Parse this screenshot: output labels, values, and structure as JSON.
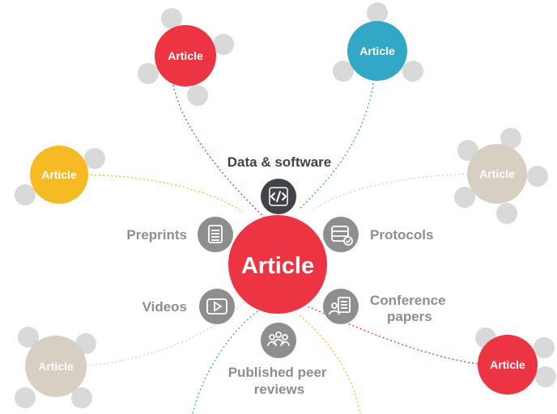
{
  "center": {
    "label": "Article",
    "color": "#ec3443"
  },
  "outputs": [
    {
      "key": "data",
      "label": "Data & software",
      "icon": "code-icon",
      "color": "#404348",
      "label_color": "#404348"
    },
    {
      "key": "preprints",
      "label": "Preprints",
      "icon": "document-icon",
      "color": "#8e8e8e",
      "label_color": "#8e8e8e"
    },
    {
      "key": "protocols",
      "label": "Protocols",
      "icon": "server-check-icon",
      "color": "#8e8e8e",
      "label_color": "#8e8e8e"
    },
    {
      "key": "videos",
      "label": "Videos",
      "icon": "play-icon",
      "color": "#8e8e8e",
      "label_color": "#8e8e8e"
    },
    {
      "key": "conference",
      "label_lines": [
        "Conference",
        "papers"
      ],
      "icon": "presenter-icon",
      "color": "#8e8e8e",
      "label_color": "#8e8e8e"
    },
    {
      "key": "peer",
      "label_lines": [
        "Published peer",
        "reviews"
      ],
      "icon": "people-icon",
      "color": "#8e8e8e",
      "label_color": "#8e8e8e"
    }
  ],
  "articles": [
    {
      "label": "Article",
      "color": "#ec3443"
    },
    {
      "label": "Article",
      "color": "#33a7c6"
    },
    {
      "label": "Article",
      "color": "#f6bb24"
    },
    {
      "label": "Article",
      "color": "#d7cfc2"
    },
    {
      "label": "Article",
      "color": "#d7cfc2"
    },
    {
      "label": "Article",
      "color": "#ec3443"
    }
  ],
  "colors": {
    "satellite": "#d9d9d9",
    "background": "#ffffff"
  }
}
